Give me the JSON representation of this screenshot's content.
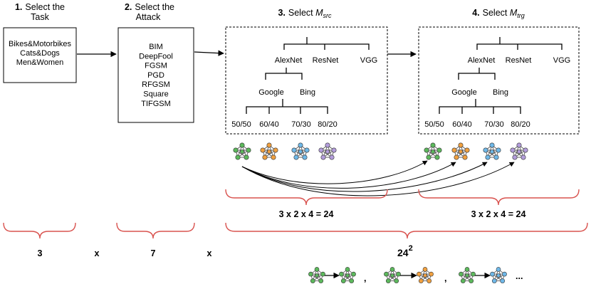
{
  "steps": {
    "task": {
      "number": "1.",
      "title_line1": "Select the",
      "title_line2": "Task",
      "options": [
        "Bikes&Motorbikes",
        "Cats&Dogs",
        "Men&Women"
      ]
    },
    "attack": {
      "number": "2.",
      "title_line1": "Select the",
      "title_line2": "Attack",
      "options": [
        "BIM",
        "DeepFool",
        "FGSM",
        "PGD",
        "RFGSM",
        "Square",
        "TIFGSM"
      ]
    },
    "src": {
      "number": "3.",
      "title": "Select ",
      "var": "M",
      "sub": "src"
    },
    "trg": {
      "number": "4.",
      "title": "Select ",
      "var": "M",
      "sub": "trg"
    }
  },
  "tree": {
    "architectures": [
      "AlexNet",
      "ResNet",
      "VGG"
    ],
    "sources": [
      "Google",
      "Bing"
    ],
    "splits": [
      "50/50",
      "60/40",
      "70/30",
      "80/20"
    ]
  },
  "network_colors": [
    "#5cb85c",
    "#f0a040",
    "#6fb8e8",
    "#b39ddb"
  ],
  "equations": {
    "src": "3 x 2 x 4 = 24",
    "trg": "3 x 2 x 4 = 24"
  },
  "totals": {
    "task": "3",
    "times1": "x",
    "attack": "7",
    "times2": "x",
    "pairs_base": "24",
    "pairs_exp": "2"
  },
  "pair_examples": {
    "separator": ",",
    "ellipsis": "..."
  }
}
